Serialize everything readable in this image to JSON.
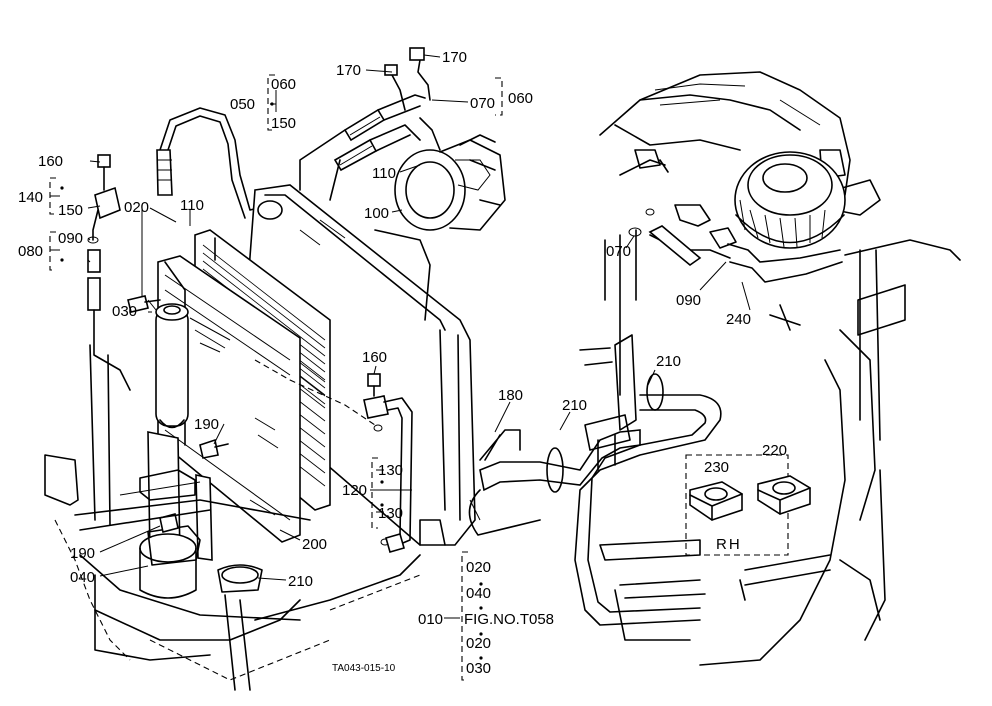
{
  "labels": {
    "l170a": "170",
    "l170b": "170",
    "l060a": "060",
    "l150a": "150",
    "l050": "050",
    "l070a": "070",
    "l060b": "060",
    "l160a": "160",
    "l140": "140",
    "l150b": "150",
    "l020a": "020",
    "l110a": "110",
    "l090a": "090",
    "l080": "080",
    "l110b": "110",
    "l100": "100",
    "l030a": "030",
    "l070b": "070",
    "l090b": "090",
    "l240": "240",
    "l160b": "160",
    "l210a": "210",
    "l180": "180",
    "l210b": "210",
    "l190a": "190",
    "l130a": "130",
    "l120": "120",
    "l130b": "130",
    "l230": "230",
    "l220": "220",
    "lrh": "RH",
    "l200": "200",
    "l190b": "190",
    "l040a": "040",
    "l210c": "210",
    "l020b": "020",
    "l040b": "040",
    "l010": "010",
    "lfig": "FIG.NO.T058",
    "l020c": "020",
    "l030b": "030",
    "footer": "TA043-015-10"
  }
}
